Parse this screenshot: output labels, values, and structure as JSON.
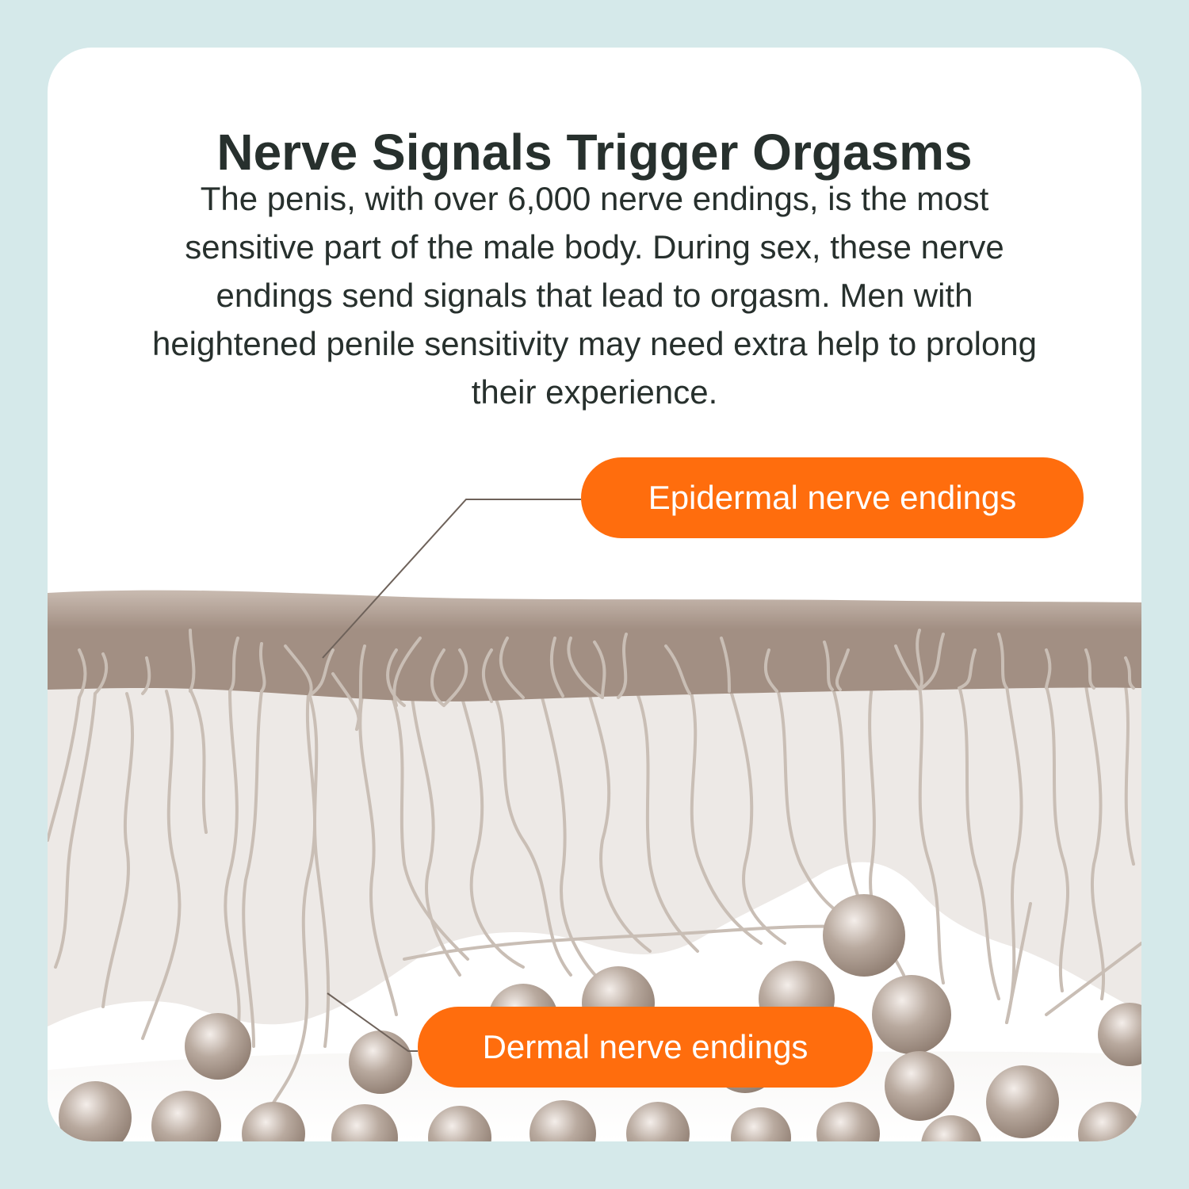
{
  "header": {
    "title": "Nerve Signals Trigger Orgasms"
  },
  "body": {
    "text": "The penis, with over 6,000 nerve endings, is the most sensitive part of the male body. During sex, these nerve endings send signals that lead to orgasm. Men with heightened penile sensitivity may need extra help to prolong their experience."
  },
  "labels": {
    "epidermal": "Epidermal nerve endings",
    "dermal": "Dermal nerve endings"
  },
  "colors": {
    "background": "#d5e9ea",
    "card": "#ffffff",
    "text": "#27302d",
    "accent": "#ff6d0d",
    "epidermis": "#a28f83",
    "dermis": "#ede9e6",
    "nerve": "#c9beb5",
    "cell": "#9a887c",
    "leader_line": "#6e625a"
  }
}
